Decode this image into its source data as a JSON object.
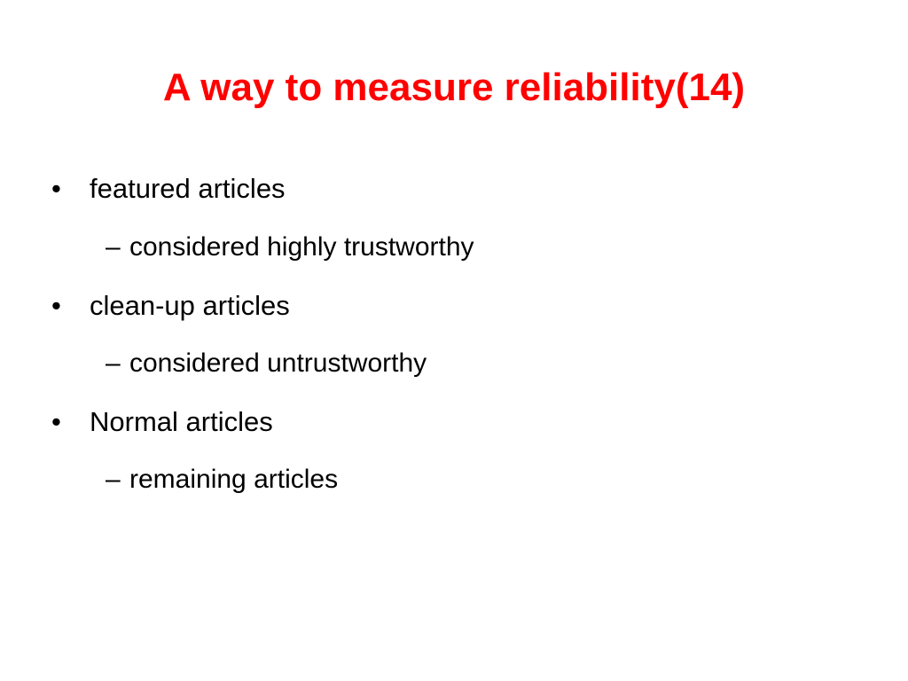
{
  "slide": {
    "title": "A way to measure reliability(14)",
    "title_color": "#ff0000",
    "bullet_symbol": "•",
    "sub_bullet_symbol": "–",
    "items": [
      {
        "level": 1,
        "text": "featured articles"
      },
      {
        "level": 2,
        "text": "considered highly trustworthy"
      },
      {
        "level": 1,
        "text": "clean-up articles"
      },
      {
        "level": 2,
        "text": "considered untrustworthy"
      },
      {
        "level": 1,
        "text": "Normal articles"
      },
      {
        "level": 2,
        "text": "remaining articles"
      }
    ]
  }
}
